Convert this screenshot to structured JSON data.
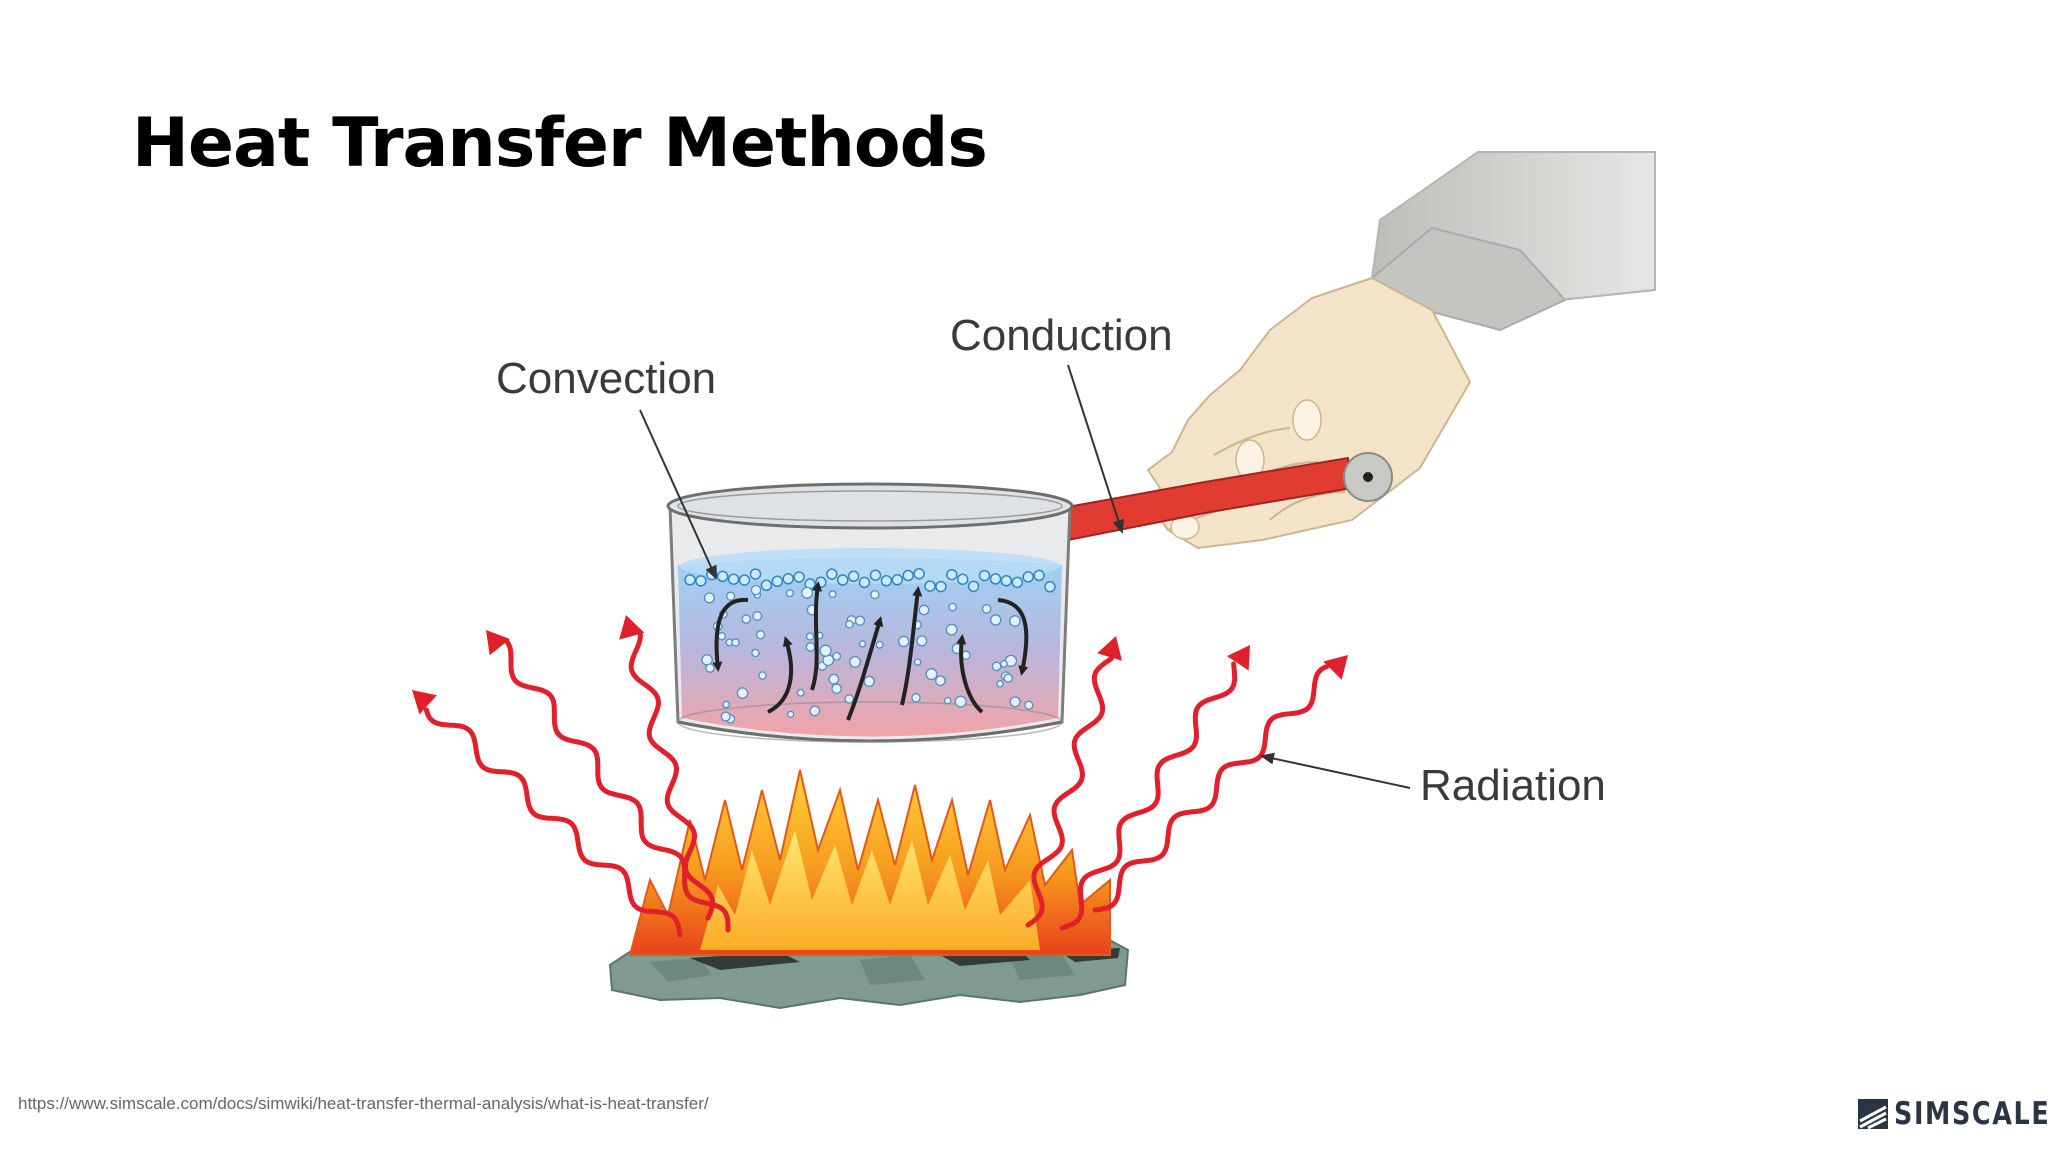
{
  "slide": {
    "title": "Heat Transfer Methods",
    "source_url": "https://www.simscale.com/docs/simwiki/heat-transfer-thermal-analysis/what-is-heat-transfer/"
  },
  "diagram": {
    "labels": {
      "convection": "Convection",
      "conduction": "Conduction",
      "radiation": "Radiation"
    },
    "colors": {
      "radiation_wave": "#e0202a",
      "pot_handle": "#e23b32",
      "water_top": "#9fd2f5",
      "water_bottom": "#f2a3a8",
      "flame_outer": "#f79a1e",
      "flame_inner": "#ffe04a",
      "coals": "#7f9a8e",
      "sleeve": "#cfcfcc",
      "hand": "#f3e4c9"
    }
  },
  "brand": {
    "name": "SIMSCALE",
    "logo_icon": "simscale-logo-icon",
    "color": "#2a3442"
  }
}
